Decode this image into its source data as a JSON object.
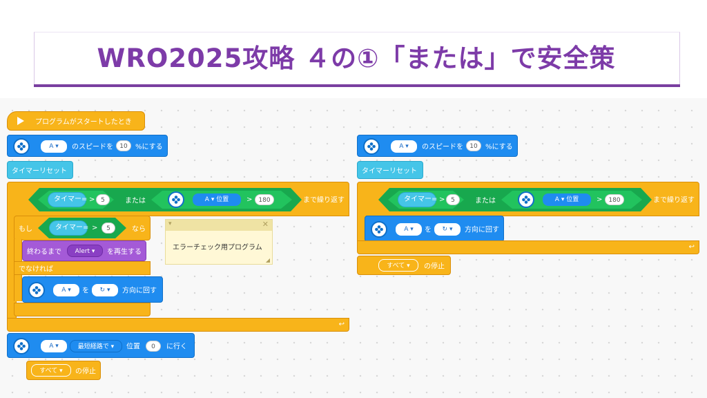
{
  "title": "WRO2025攻略 ４の①「または」で安全策",
  "left_script": {
    "hat_label": "プログラムがスタートしたとき",
    "speed": {
      "motor": "A",
      "prefix": "のスピードを",
      "value": "10",
      "suffix": "%にする"
    },
    "reset_label": "タイマーリセット",
    "repeat": {
      "timer_label": "タイマー",
      "op1": ">",
      "val1": "5",
      "or_label": "または",
      "motor": "A",
      "pos_label": "位置",
      "op2": ">",
      "val2": "180",
      "until_label": "まで繰り返す"
    },
    "if_block": {
      "if_label": "もし",
      "timer_label": "タイマー",
      "op": ">",
      "val": "5",
      "then_label": "なら",
      "sound_prefix": "終わるまで",
      "sound_value": "Alert",
      "sound_suffix": "を再生する",
      "else_label": "でなければ",
      "motor": "A",
      "wo_label": "を",
      "dir_label": "方向に回す"
    },
    "goto": {
      "motor": "A",
      "mode": "最短経路で",
      "pos_label": "位置",
      "value": "0",
      "suffix": "に行く"
    },
    "stop": {
      "value": "すべて",
      "suffix": "の停止"
    }
  },
  "right_script": {
    "speed": {
      "motor": "A",
      "prefix": "のスピードを",
      "value": "10",
      "suffix": "%にする"
    },
    "reset_label": "タイマーリセット",
    "repeat": {
      "timer_label": "タイマー",
      "op1": ">",
      "val1": "5",
      "or_label": "または",
      "motor": "A",
      "pos_label": "位置",
      "op2": ">",
      "val2": "180",
      "until_label": "まで繰り返す"
    },
    "turn": {
      "motor": "A",
      "wo_label": "を",
      "dir_label": "方向に回す"
    },
    "stop": {
      "value": "すべて",
      "suffix": "の停止"
    }
  },
  "comment": {
    "text": "エラーチェック用プログラム"
  },
  "colors": {
    "title": "#7d3ba8",
    "event": "#f8b41a",
    "motor": "#1f8cf0",
    "sensor": "#45c5e8",
    "operator": "#18a84e",
    "sound": "#a45ad7"
  }
}
